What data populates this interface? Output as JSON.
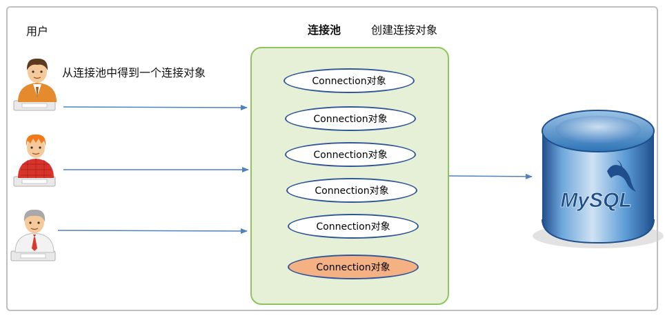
{
  "labels": {
    "users": "用户",
    "get_connection": "从连接池中得到一个连接对象",
    "pool_title": "连接池",
    "create_objects": "创建连接对象"
  },
  "connections": [
    {
      "label": "Connection对象",
      "state": "idle"
    },
    {
      "label": "Connection对象",
      "state": "idle"
    },
    {
      "label": "Connection对象",
      "state": "idle"
    },
    {
      "label": "Connection对象",
      "state": "idle"
    },
    {
      "label": "Connection对象",
      "state": "idle"
    },
    {
      "label": "Connection对象",
      "state": "in-use"
    }
  ],
  "database": {
    "logo_text": "MySQL",
    "icon": "mysql-dolphin-icon"
  },
  "users": [
    {
      "icon": "user-brown-hair-icon"
    },
    {
      "icon": "user-orange-hair-icon"
    },
    {
      "icon": "user-gray-hair-icon"
    }
  ],
  "colors": {
    "pool_fill": "#e6f0d6",
    "pool_border": "#8fc45a",
    "connection_border": "#2f5597",
    "connection_active": "#f4b183",
    "arrow": "#4f81bd",
    "db_blue": "#2e75b6"
  }
}
